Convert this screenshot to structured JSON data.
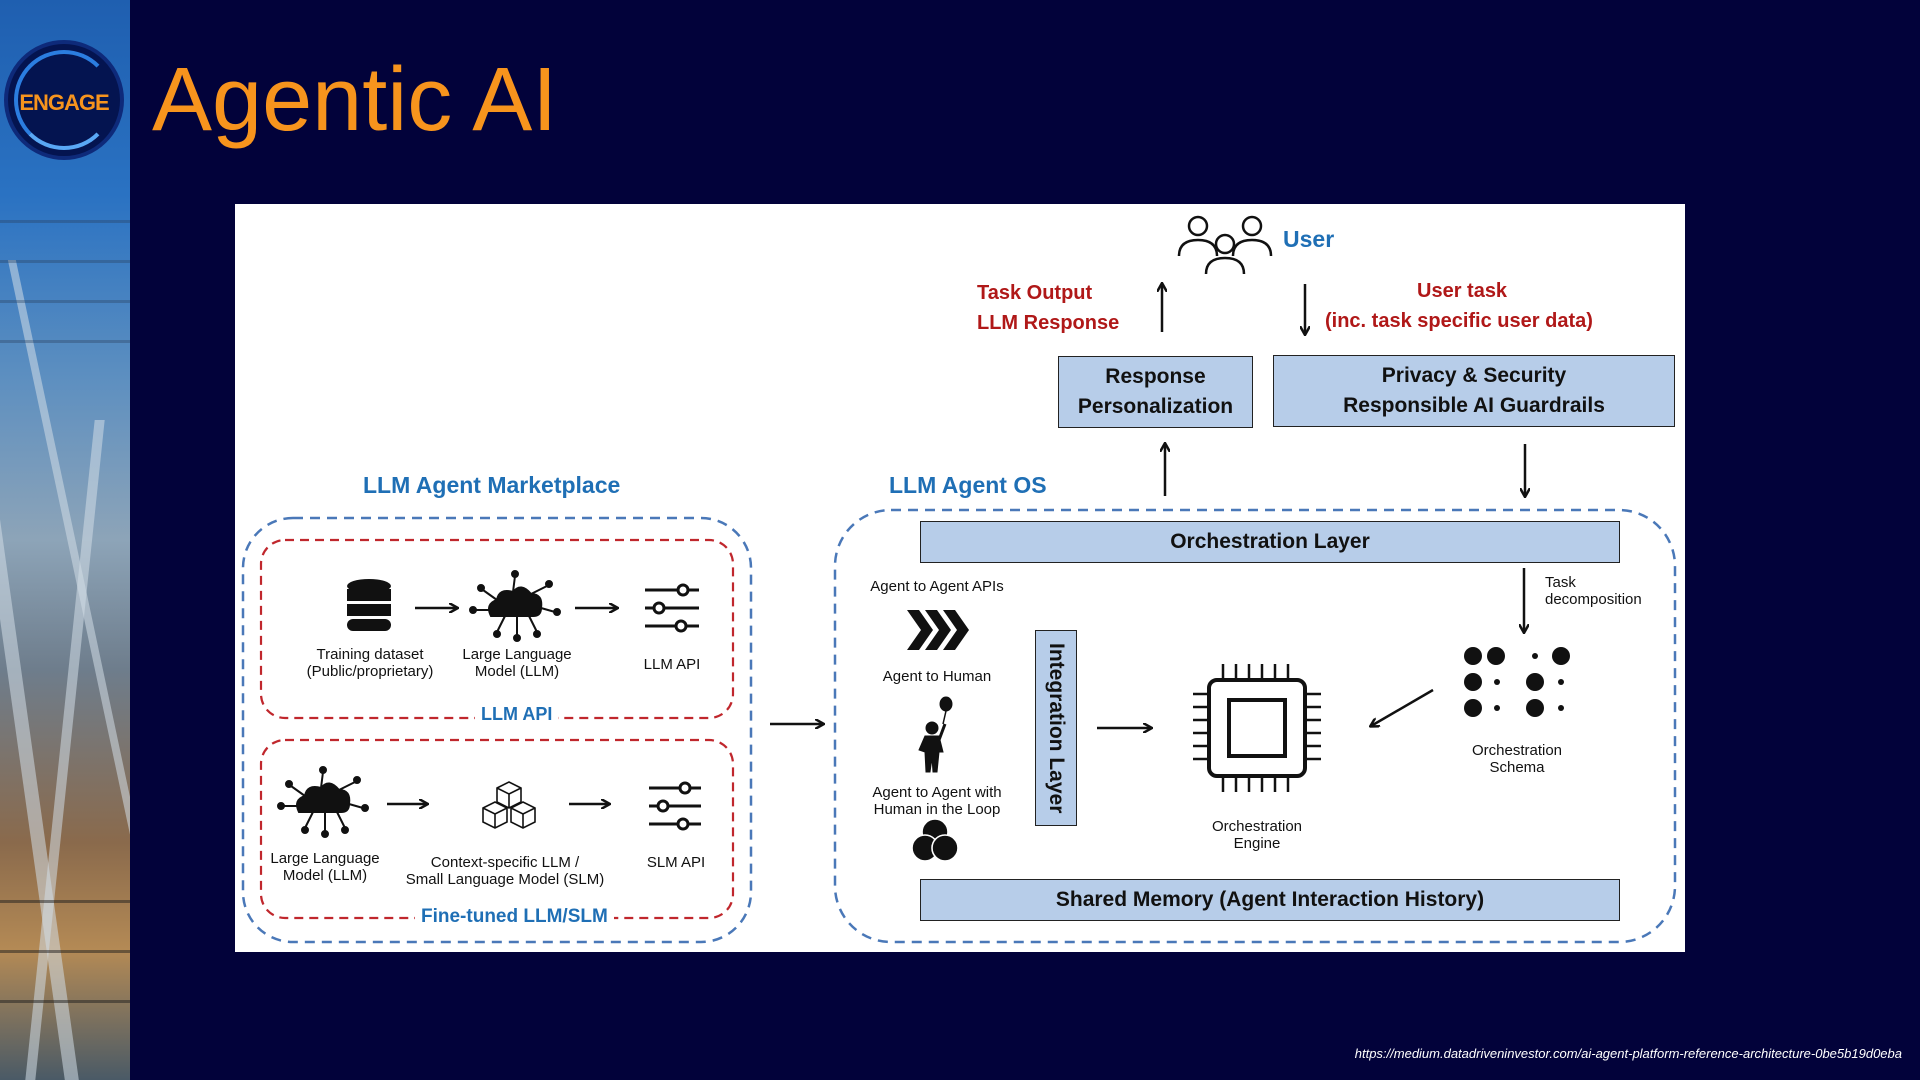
{
  "slide": {
    "title": "Agentic AI",
    "logo_text": "ENGAGE",
    "source_url": "https://medium.datadriveninvestor.com/ai-agent-platform-reference-architecture-0be5b19d0eba"
  },
  "diagram": {
    "user_label": "User",
    "task_output_line1": "Task Output",
    "task_output_line2": "LLM Response",
    "user_task_line1": "User task",
    "user_task_line2": "(inc. task specific user data)",
    "response_personalization_line1": "Response",
    "response_personalization_line2": "Personalization",
    "privacy_line1": "Privacy & Security",
    "privacy_line2": "Responsible AI Guardrails",
    "marketplace": {
      "title": "LLM Agent Marketplace",
      "llm_api_group_label": "LLM API",
      "finetuned_group_label": "Fine-tuned LLM/SLM",
      "row1": [
        {
          "line1": "Training dataset",
          "line2": "(Public/proprietary)",
          "icon": "database-icon"
        },
        {
          "line1": "Large Language",
          "line2": "Model (LLM)",
          "icon": "cloud-network-icon"
        },
        {
          "line1": "LLM API",
          "line2": "",
          "icon": "sliders-icon"
        }
      ],
      "row2": [
        {
          "line1": "Large Language",
          "line2": "Model (LLM)",
          "icon": "cloud-network-icon"
        },
        {
          "line1": "Context-specific LLM /",
          "line2": "Small Language Model (SLM)",
          "icon": "cubes-icon"
        },
        {
          "line1": "SLM API",
          "line2": "",
          "icon": "sliders-icon"
        }
      ]
    },
    "os": {
      "title": "LLM Agent OS",
      "orchestration_layer": "Orchestration Layer",
      "shared_memory": "Shared Memory (Agent Interaction History)",
      "integration_layer": "Integration Layer",
      "agent_to_agent": "Agent to Agent APIs",
      "agent_to_human": "Agent to Human",
      "agent_hitl_line1": "Agent to Agent with",
      "agent_hitl_line2": "Human in the Loop",
      "engine_line1": "Orchestration",
      "engine_line2": "Engine",
      "schema_line1": "Orchestration",
      "schema_line2": "Schema",
      "task_decomp_line1": "Task",
      "task_decomp_line2": "decomposition"
    }
  },
  "colors": {
    "background": "#02023a",
    "title": "#f7941d",
    "box_fill": "#b7cde9",
    "label_blue": "#1f6fb5",
    "label_red": "#b01818",
    "dash_blue": "#4a78b8",
    "dash_red": "#c0272d"
  }
}
